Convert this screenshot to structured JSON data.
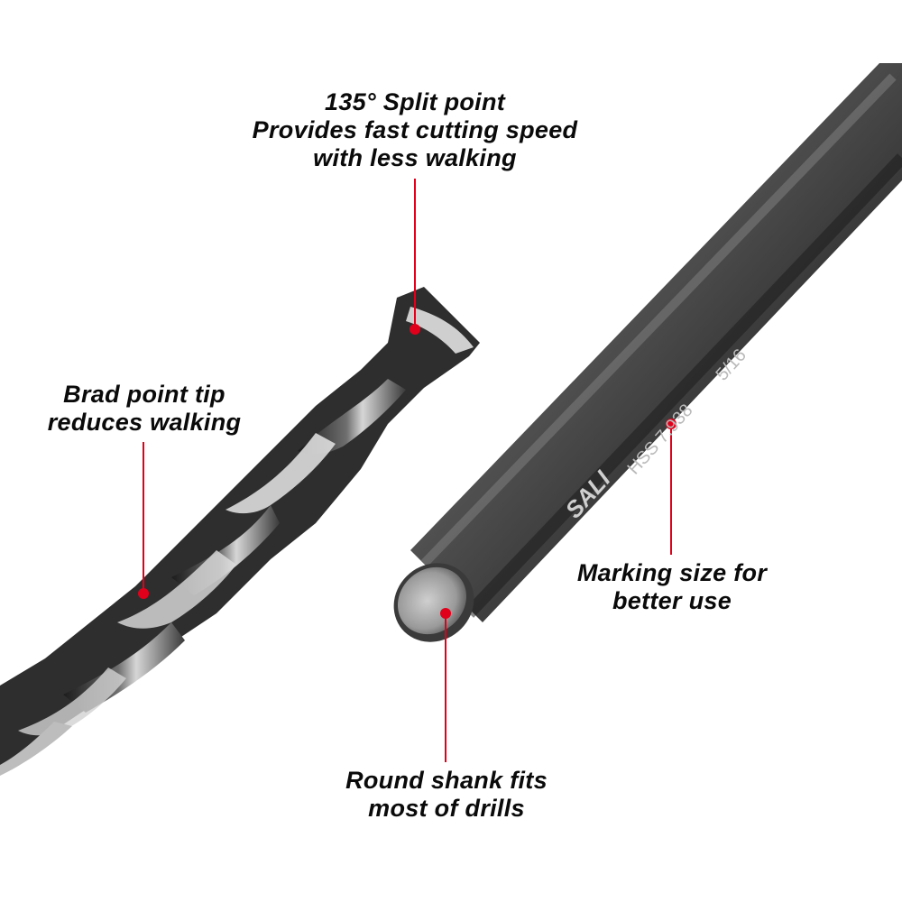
{
  "callouts": {
    "split_point": {
      "line1": "135° Split point",
      "line2": "Provides fast cutting speed",
      "line3": "with less walking"
    },
    "brad_point": {
      "line1": "Brad point tip",
      "line2": "reduces walking"
    },
    "marking_size": {
      "line1": "Marking size for",
      "line2": "better use"
    },
    "round_shank": {
      "line1": "Round shank fits",
      "line2": "most of drills"
    }
  },
  "shank_markings": {
    "brand": "SALI",
    "material_size": "HSS 7.938",
    "fraction": "5/16"
  },
  "colors": {
    "leader": "#e0001b",
    "text": "#0a0a0a",
    "steel_dark": "#2b2b2b",
    "steel_light": "#9a9a9a"
  }
}
